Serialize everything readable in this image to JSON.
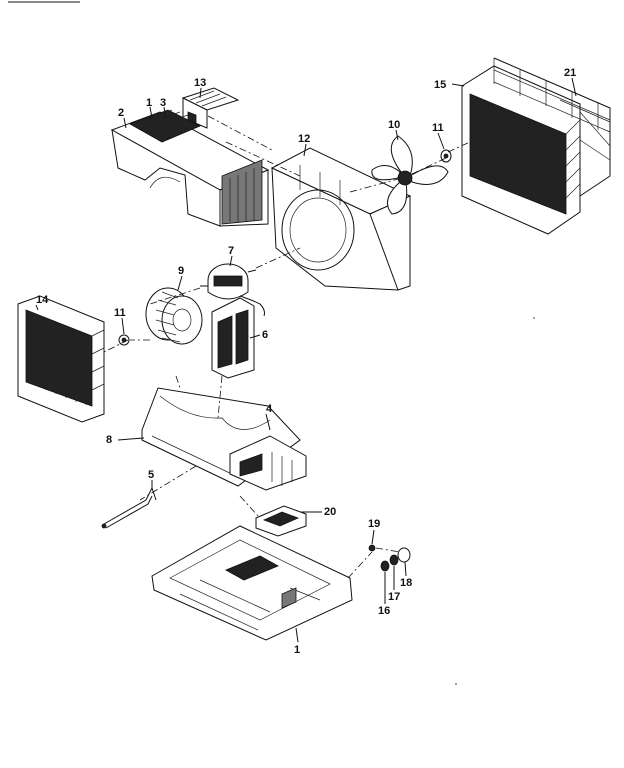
{
  "diagram": {
    "callouts": [
      {
        "id": "c13",
        "label": "13"
      },
      {
        "id": "c2",
        "label": "2"
      },
      {
        "id": "c1a",
        "label": "1"
      },
      {
        "id": "c3",
        "label": "3"
      },
      {
        "id": "c12",
        "label": "12"
      },
      {
        "id": "c10",
        "label": "10"
      },
      {
        "id": "c11a",
        "label": "11"
      },
      {
        "id": "c15",
        "label": "15"
      },
      {
        "id": "c21",
        "label": "21"
      },
      {
        "id": "c7",
        "label": "7"
      },
      {
        "id": "c9",
        "label": "9"
      },
      {
        "id": "c14",
        "label": "14"
      },
      {
        "id": "c11b",
        "label": "11"
      },
      {
        "id": "c6",
        "label": "6"
      },
      {
        "id": "c4",
        "label": "4"
      },
      {
        "id": "c8",
        "label": "8"
      },
      {
        "id": "c5",
        "label": "5"
      },
      {
        "id": "c20",
        "label": "20"
      },
      {
        "id": "c19",
        "label": "19"
      },
      {
        "id": "c18",
        "label": "18"
      },
      {
        "id": "c17",
        "label": "17"
      },
      {
        "id": "c16",
        "label": "16"
      },
      {
        "id": "c1b",
        "label": "1"
      }
    ]
  }
}
